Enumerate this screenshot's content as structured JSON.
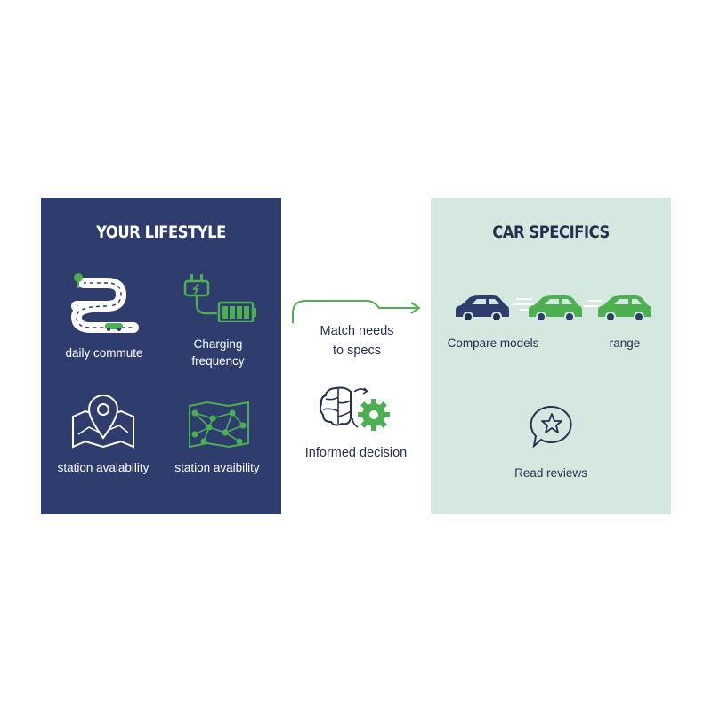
{
  "left_panel": {
    "title": "YOUR LIFESTYLE",
    "items": [
      {
        "label": "daily commute",
        "icon": "winding-road-icon"
      },
      {
        "label_line1": "Charging",
        "label_line2": "frequency",
        "icon": "plug-battery-icon"
      },
      {
        "label": "station avalability",
        "icon": "map-pin-icon"
      },
      {
        "label": "station avaibility",
        "icon": "network-map-icon"
      }
    ]
  },
  "center": {
    "match_line1": "Match needs",
    "match_line2": "to specs",
    "decision_label": "Informed decision",
    "decision_icon": "brain-gear-icon",
    "arrow_icon": "arrow-right-icon"
  },
  "right_panel": {
    "title": "CAR SPECIFICS",
    "compare_label": "Compare models",
    "range_label": "range",
    "reviews_label": "Read reviews",
    "cars_icon": "cars-icon",
    "review_icon": "star-speech-bubble-icon"
  },
  "colors": {
    "navy": "#2e3d6e",
    "mint": "#d5e8df",
    "green": "#4caf50",
    "dark_text": "#24304f"
  }
}
